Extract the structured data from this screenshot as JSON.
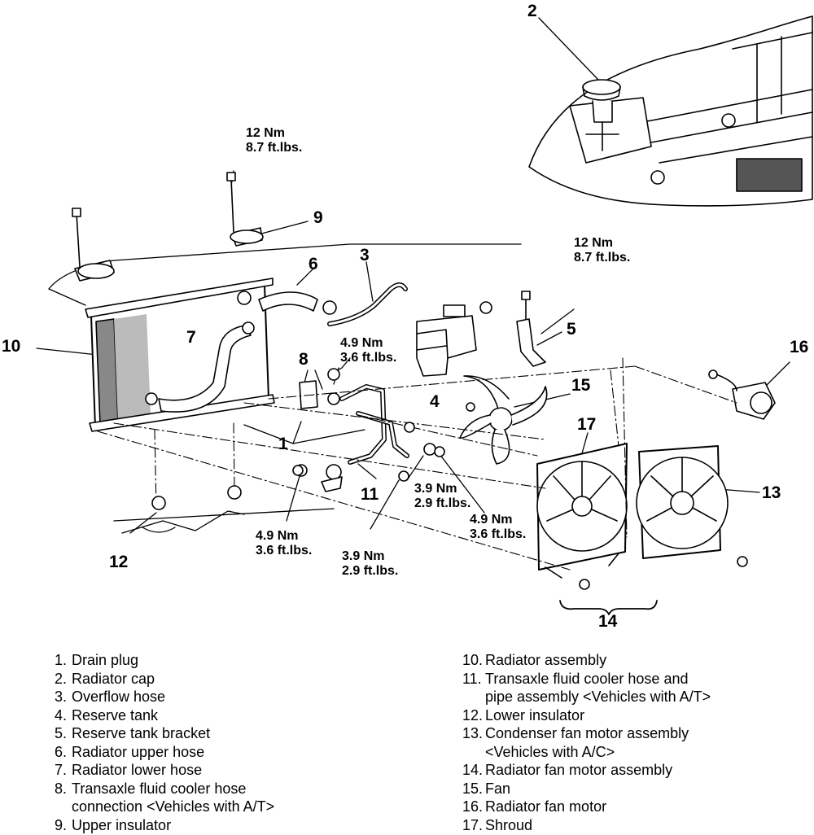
{
  "callouts": [
    "1",
    "2",
    "3",
    "4",
    "5",
    "6",
    "7",
    "8",
    "9",
    "10",
    "11",
    "12",
    "13",
    "14",
    "15",
    "16",
    "17"
  ],
  "torque": {
    "t_upper_left": [
      "12 Nm",
      "8.7 ft.lbs."
    ],
    "t_right_bolt": [
      "12 Nm",
      "8.7 ft.lbs."
    ],
    "t_mid_upper": [
      "4.9 Nm",
      "3.6 ft.lbs."
    ],
    "t_mid_right1": [
      "3.9 Nm",
      "2.9 ft.lbs."
    ],
    "t_mid_right2": [
      "4.9 Nm",
      "3.6 ft.lbs."
    ],
    "t_lower_left": [
      "4.9 Nm",
      "3.6 ft.lbs."
    ],
    "t_lower_mid": [
      "3.9 Nm",
      "2.9 ft.lbs."
    ]
  },
  "legend_left": [
    {
      "num": "1.",
      "lines": [
        "Drain plug"
      ]
    },
    {
      "num": "2.",
      "lines": [
        "Radiator cap"
      ]
    },
    {
      "num": "3.",
      "lines": [
        "Overflow hose"
      ]
    },
    {
      "num": "4.",
      "lines": [
        "Reserve tank"
      ]
    },
    {
      "num": "5.",
      "lines": [
        "Reserve tank bracket"
      ]
    },
    {
      "num": "6.",
      "lines": [
        "Radiator upper hose"
      ]
    },
    {
      "num": "7.",
      "lines": [
        "Radiator lower hose"
      ]
    },
    {
      "num": "8.",
      "lines": [
        "Transaxle fluid cooler hose",
        "connection <Vehicles with A/T>"
      ]
    },
    {
      "num": "9.",
      "lines": [
        "Upper insulator"
      ]
    }
  ],
  "legend_right": [
    {
      "num": "10.",
      "lines": [
        "Radiator assembly"
      ]
    },
    {
      "num": "11.",
      "lines": [
        "Transaxle fluid cooler hose and",
        "pipe assembly <Vehicles with A/T>"
      ]
    },
    {
      "num": "12.",
      "lines": [
        "Lower insulator"
      ]
    },
    {
      "num": "13.",
      "lines": [
        "Condenser fan motor assembly",
        "<Vehicles with A/C>"
      ]
    },
    {
      "num": "14.",
      "lines": [
        "Radiator fan motor assembly"
      ]
    },
    {
      "num": "15.",
      "lines": [
        "Fan"
      ]
    },
    {
      "num": "16.",
      "lines": [
        "Radiator fan motor"
      ]
    },
    {
      "num": "17.",
      "lines": [
        "Shroud"
      ]
    }
  ]
}
